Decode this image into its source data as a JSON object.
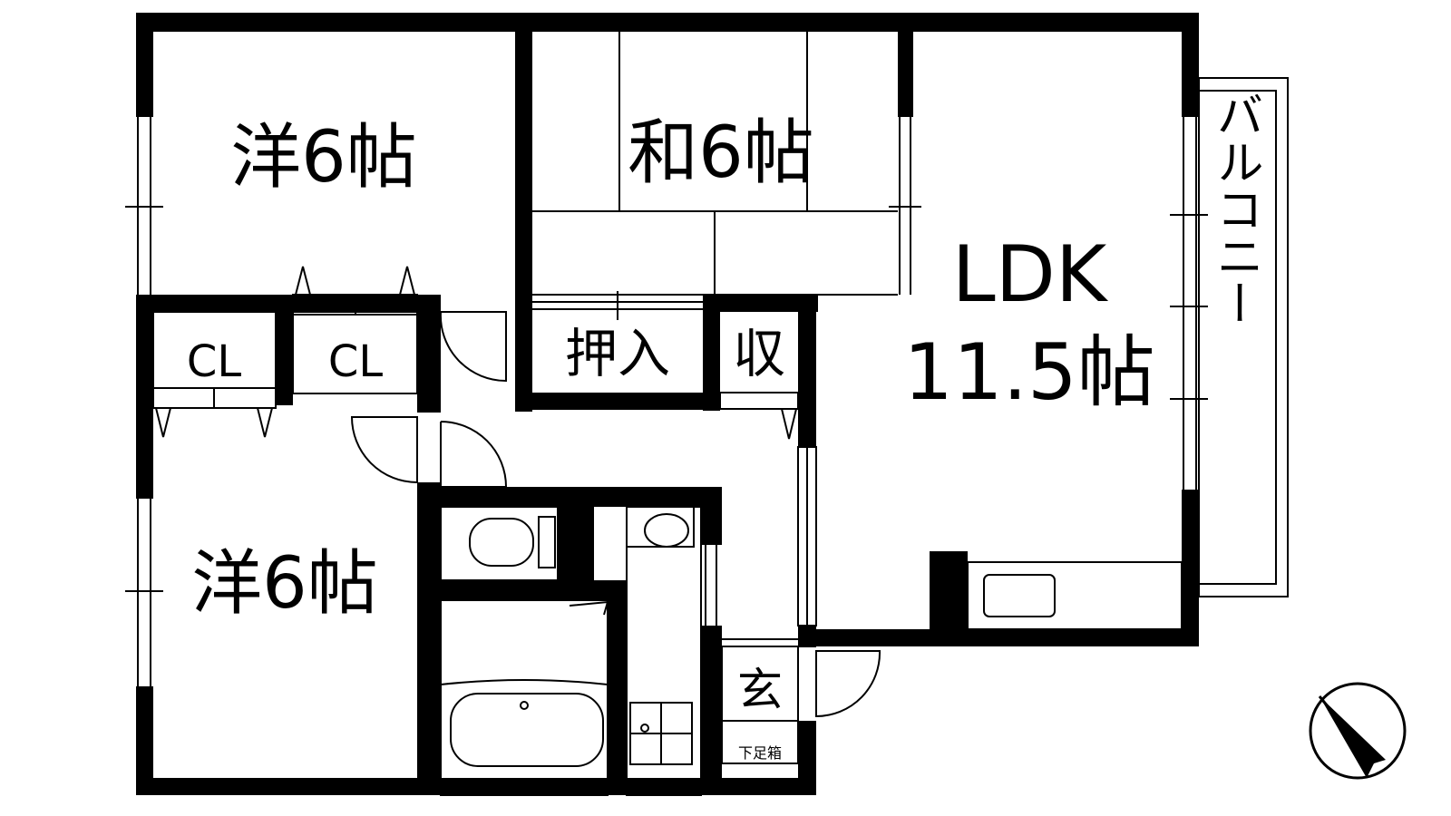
{
  "rooms": {
    "western_top": "洋6帖",
    "japanese": "和6帖",
    "ldk_title": "LDK",
    "ldk_size": "11.5帖",
    "western_bottom": "洋6帖",
    "closet_left": "CL",
    "closet_right": "CL",
    "oshiire": "押入",
    "storage": "収",
    "entrance": "玄",
    "shoe_box": "下足箱",
    "balcony": "バルコニー"
  },
  "colors": {
    "wall": "#000000",
    "line": "#000000",
    "background": "#ffffff"
  },
  "icons": {
    "compass": "north-arrow-icon"
  }
}
